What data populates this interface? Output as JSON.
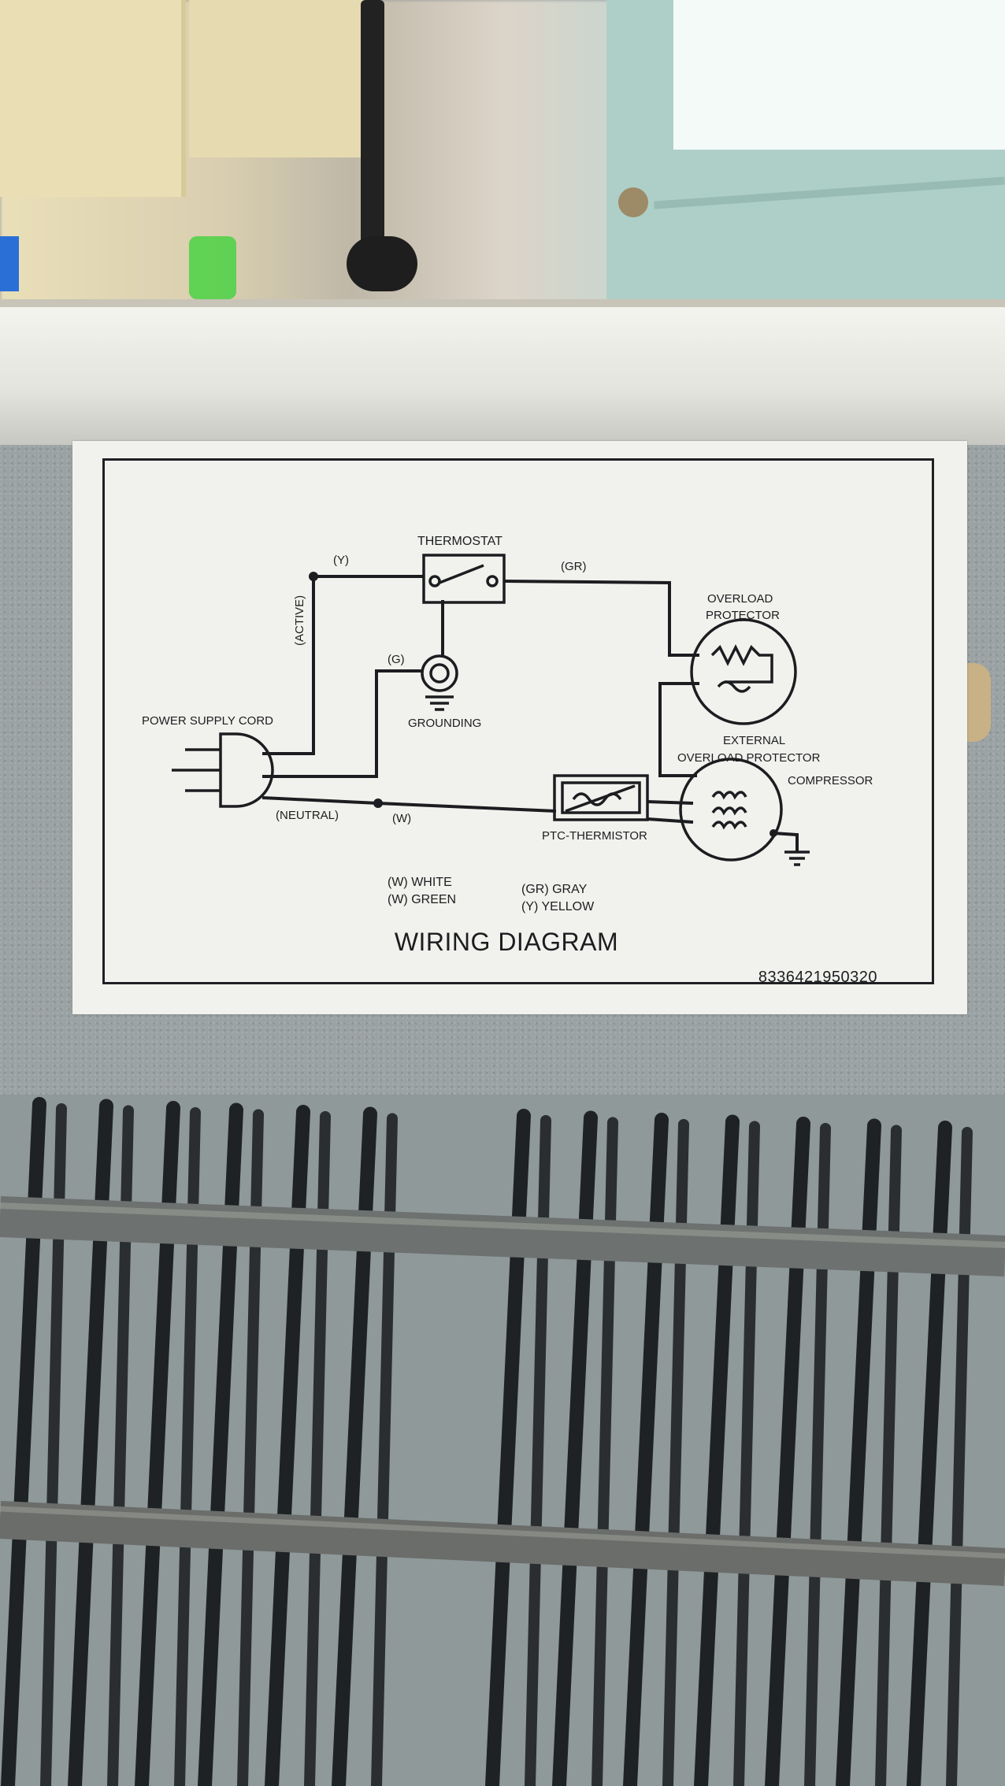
{
  "label": {
    "title": "WIRING DIAGRAM",
    "serial": "8336421950320",
    "components": {
      "thermostat": "THERMOSTAT",
      "overload_protector_line1": "OVERLOAD",
      "overload_protector_line2": "PROTECTOR",
      "grounding": "GROUNDING",
      "power_supply_cord": "POWER SUPPLY CORD",
      "external_line1": "EXTERNAL",
      "external_line2": "OVERLOAD PROTECTOR",
      "compressor": "COMPRESSOR",
      "ptc_thermistor": "PTC-THERMISTOR"
    },
    "wire_labels": {
      "yellow": "(Y)",
      "gray": "(GR)",
      "active": "(ACTIVE)",
      "green": "(G)",
      "neutral": "(NEUTRAL)",
      "white": "(W)"
    },
    "legend": {
      "white": "(W) WHITE",
      "green": "(W) GREEN",
      "gray": "(GR)  GRAY",
      "yellow": "(Y)    YELLOW"
    }
  }
}
